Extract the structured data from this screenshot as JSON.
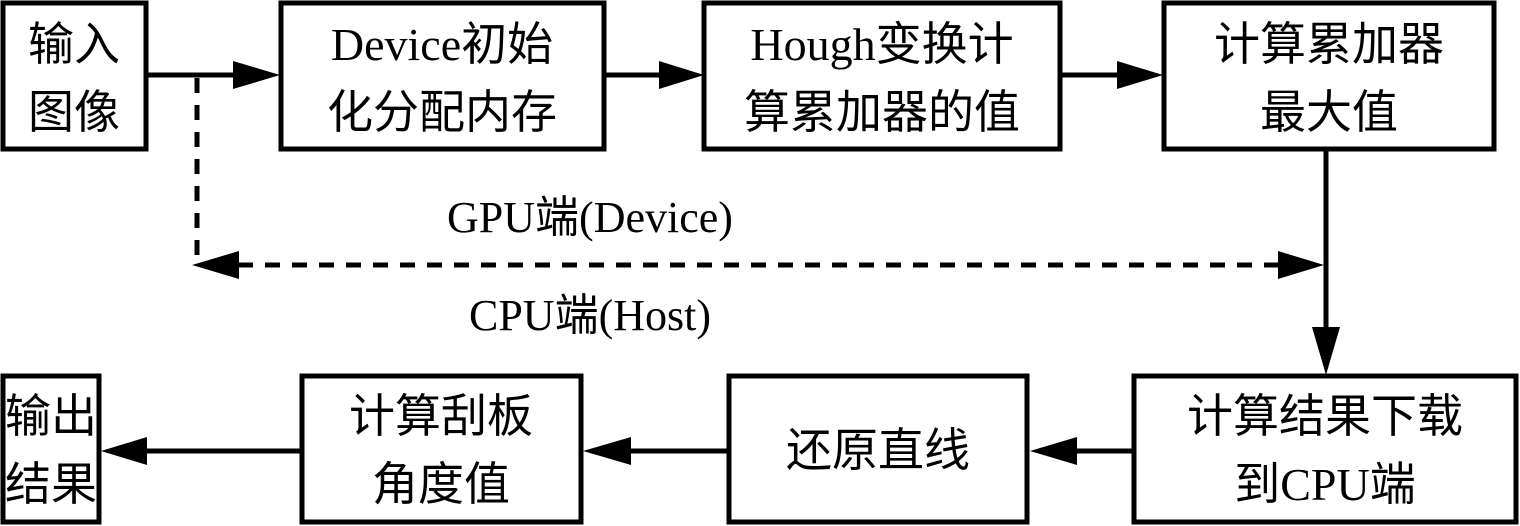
{
  "diagram": {
    "nodes": [
      {
        "id": "input-image",
        "lines": [
          "输入",
          "图像"
        ]
      },
      {
        "id": "device-init",
        "lines": [
          "Device初始",
          "化分配内存"
        ]
      },
      {
        "id": "hough-accumulate",
        "lines": [
          "Hough变换计",
          "算累加器的值"
        ]
      },
      {
        "id": "accumulator-max",
        "lines": [
          "计算累加器",
          "最大值"
        ]
      },
      {
        "id": "download-to-cpu",
        "lines": [
          "计算结果下载",
          "到CPU端"
        ]
      },
      {
        "id": "restore-lines",
        "lines": [
          "还原直线"
        ]
      },
      {
        "id": "scraper-angle",
        "lines": [
          "计算刮板",
          "角度值"
        ]
      },
      {
        "id": "output-result",
        "lines": [
          "输出",
          "结果"
        ]
      }
    ],
    "edges": [
      {
        "from": "input-image",
        "to": "device-init",
        "style": "solid"
      },
      {
        "from": "device-init",
        "to": "hough-accumulate",
        "style": "solid"
      },
      {
        "from": "hough-accumulate",
        "to": "accumulator-max",
        "style": "solid"
      },
      {
        "from": "accumulator-max",
        "to": "download-to-cpu",
        "style": "solid"
      },
      {
        "from": "download-to-cpu",
        "to": "restore-lines",
        "style": "solid"
      },
      {
        "from": "restore-lines",
        "to": "scraper-angle",
        "style": "solid"
      },
      {
        "from": "scraper-angle",
        "to": "output-result",
        "style": "solid"
      }
    ],
    "boundary": {
      "style": "dashed",
      "direction": "bidirectional",
      "upper_label": "GPU端(Device)",
      "lower_label": "CPU端(Host)"
    }
  }
}
